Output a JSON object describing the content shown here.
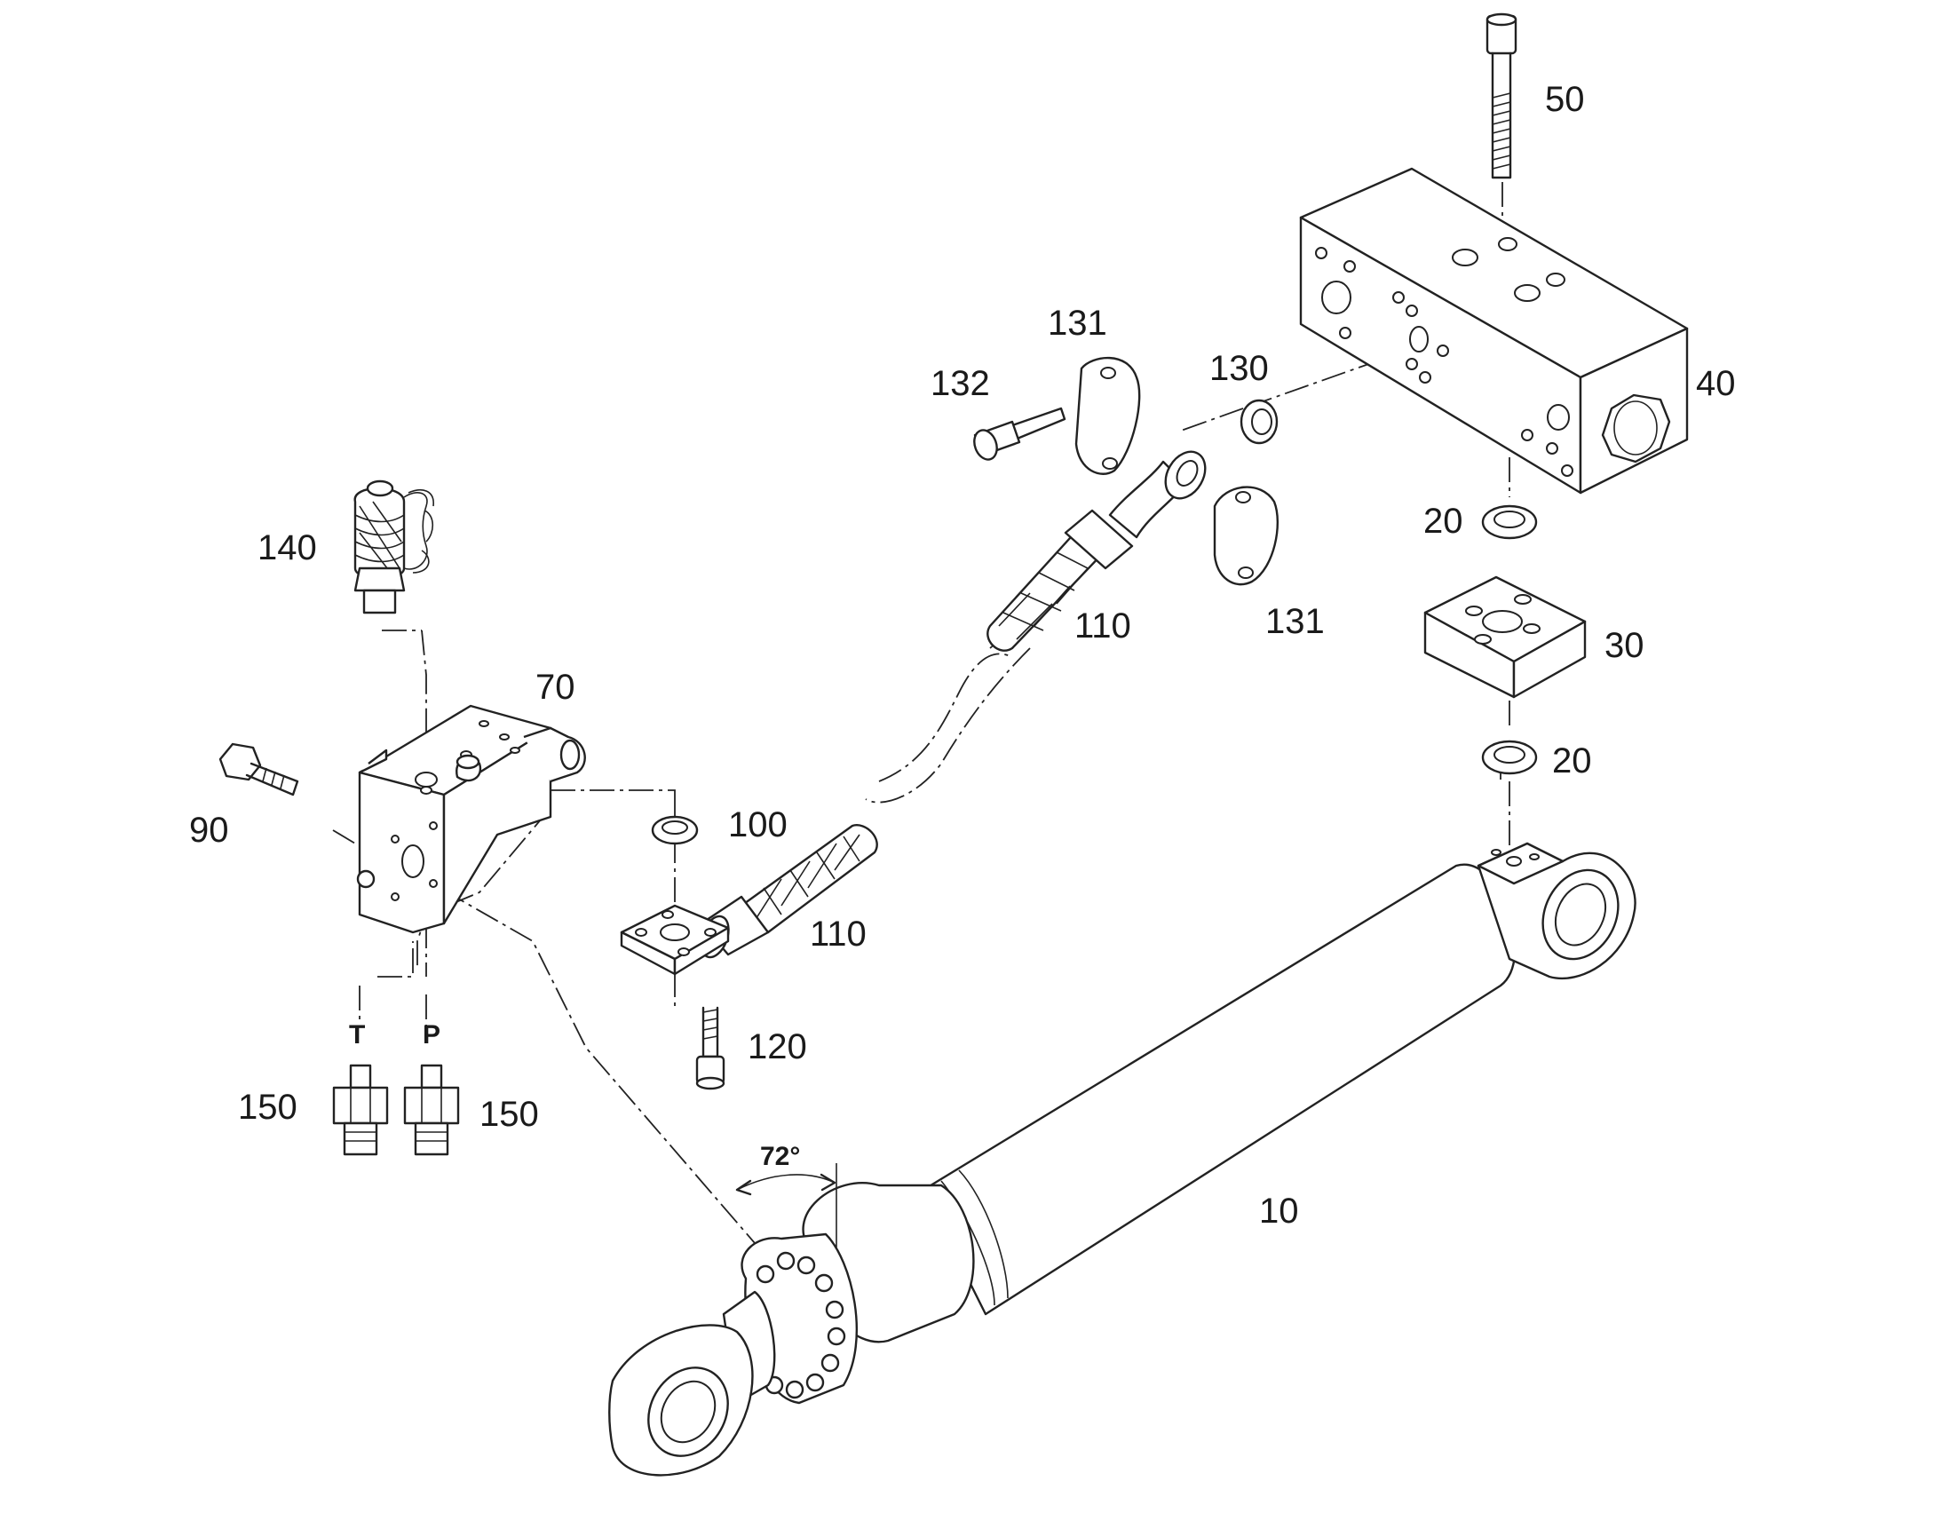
{
  "labels": {
    "p10": "10",
    "p20a": "20",
    "p20b": "20",
    "p30": "30",
    "p40": "40",
    "p50": "50",
    "p70": "70",
    "p90": "90",
    "p100": "100",
    "p110a": "110",
    "p110b": "110",
    "p120": "120",
    "p130": "130",
    "p131a": "131",
    "p131b": "131",
    "p132": "132",
    "p140": "140",
    "p150a": "150",
    "p150b": "150",
    "portT": "T",
    "portP": "P",
    "angle": "72°"
  }
}
